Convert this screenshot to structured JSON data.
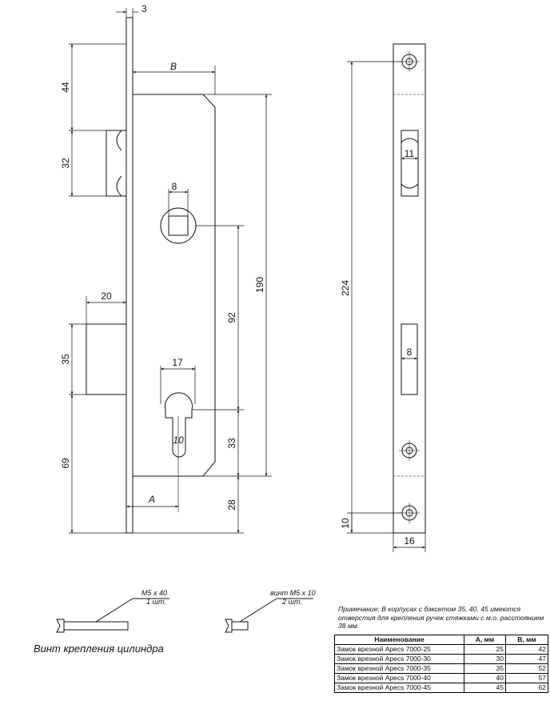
{
  "dimensions": {
    "faceplate_thickness": "3",
    "backset": "B",
    "spindle_from_top": "44",
    "latch_height": "32",
    "spindle_square": "8",
    "cylinder_to_spindle": "92",
    "body_height": "190",
    "bolt_projection": "20",
    "bolt_height": "35",
    "cylinder_width": "17",
    "cylinder_pin": "10",
    "cylinder_to_bottom": "33",
    "bolt_to_bottom": "69",
    "cylinder_axis": "A",
    "bottom_offset": "28",
    "faceplate_length": "224",
    "latch_slot_width": "11",
    "bolt_slot_width": "8",
    "hole_offset": "10",
    "faceplate_width": "16"
  },
  "screws": [
    {
      "spec": "M5 x 40",
      "qty": "1 шт."
    },
    {
      "spec": "винт M5 x 10",
      "qty": "2 шт."
    }
  ],
  "caption": "Винт крепления цилиндра",
  "note": "Примечание: В корпусах с бэксетом 35, 40, 45 имеются отверстия для крепления ручек стяжками с м.о. расстоянием 38 мм.",
  "table": {
    "headers": [
      "Наименование",
      "А, мм",
      "В, мм"
    ],
    "rows": [
      [
        "Замок врезной Apecs 7000-25",
        "25",
        "42"
      ],
      [
        "Замок врезной Apecs 7000-30",
        "30",
        "47"
      ],
      [
        "Замок врезной Apecs 7000-35",
        "35",
        "52"
      ],
      [
        "Замок врезной Apecs 7000-40",
        "40",
        "57"
      ],
      [
        "Замок врезной Apecs 7000-45",
        "45",
        "62"
      ]
    ]
  }
}
